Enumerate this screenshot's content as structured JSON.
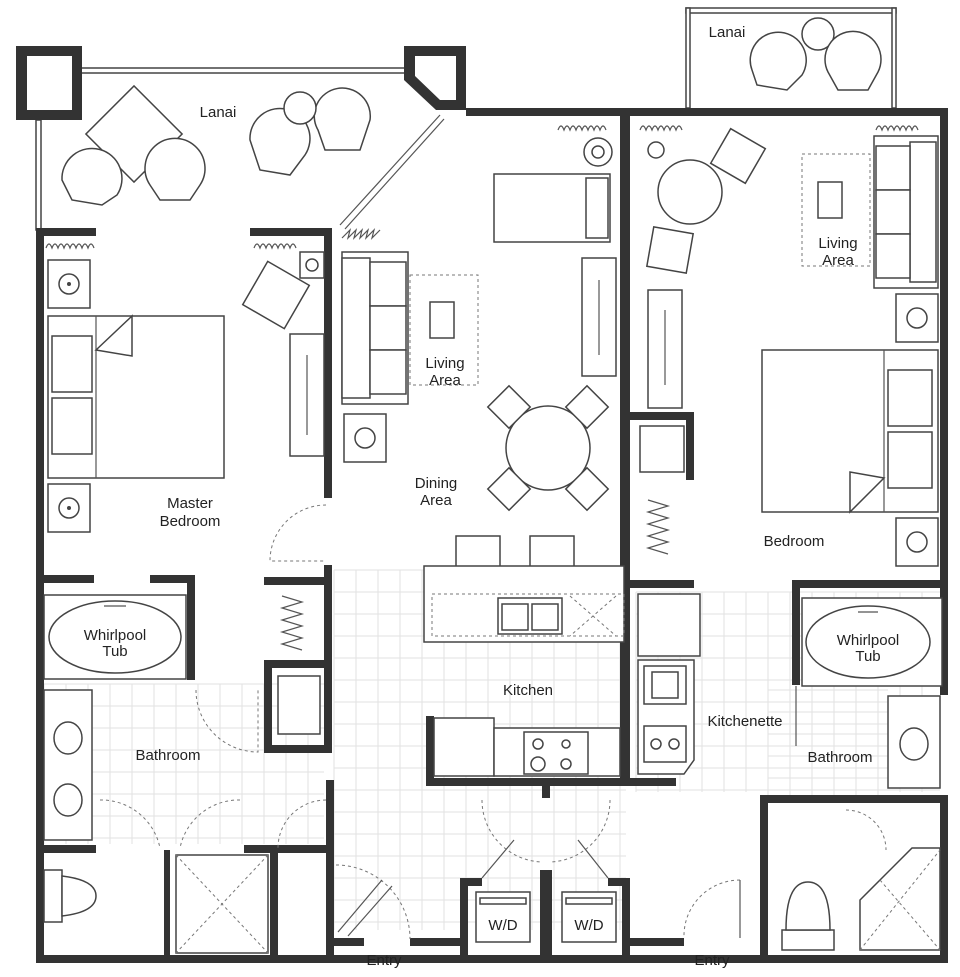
{
  "colors": {
    "wall": "#333333",
    "line": "#444444",
    "floor_grid": "#e2e2e2",
    "background": "#ffffff"
  },
  "labels": {
    "lanai_left": "Lanai",
    "lanai_right": "Lanai",
    "living_area_center": [
      "Living",
      "Area"
    ],
    "living_area_right": [
      "Living",
      "Area"
    ],
    "dining_area": [
      "Dining",
      "Area"
    ],
    "master_bedroom": [
      "Master",
      "Bedroom"
    ],
    "bedroom": "Bedroom",
    "kitchen": "Kitchen",
    "kitchenette": "Kitchenette",
    "bathroom_left": "Bathroom",
    "bathroom_right": "Bathroom",
    "whirlpool_left": [
      "Whirlpool",
      "Tub"
    ],
    "whirlpool_right": [
      "Whirlpool",
      "Tub"
    ],
    "wd_left": "W/D",
    "wd_right": "W/D",
    "entry_left": "Entry",
    "entry_right": "Entry"
  },
  "icons": [
    "sofa-icon",
    "armchair-icon",
    "bed-icon",
    "dining-table-icon",
    "bar-stool-icon",
    "sink-icon",
    "stove-icon",
    "toilet-icon",
    "shower-icon",
    "tv-console-icon",
    "lamp-table-icon",
    "washer-dryer-icon",
    "door-swing-icon",
    "heater-icon"
  ]
}
